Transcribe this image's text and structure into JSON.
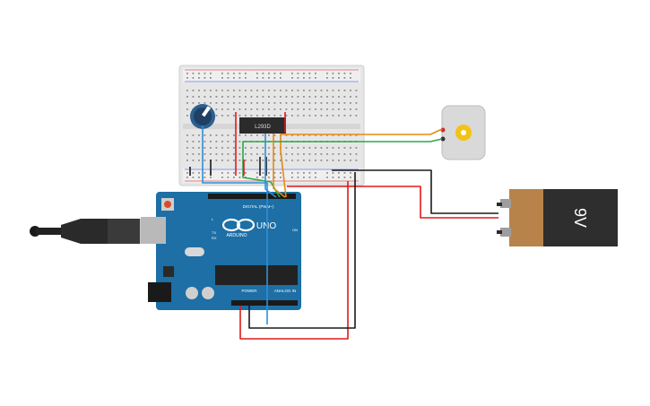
{
  "circuit": {
    "arduino": {
      "brand_label": "ARDUINO",
      "model_label": "UNO",
      "digital_label": "DIGITAL (PWM~)",
      "power_label": "POWER",
      "analog_label": "ANALOG IN",
      "tx_label": "TX",
      "rx_label": "RX",
      "l_label": "L",
      "on_label": "ON"
    },
    "breadboard": {
      "chip_label": "L293D"
    },
    "battery": {
      "label": "9V",
      "body_color": "#b8834a",
      "cap_color": "#2e2e2e"
    },
    "motor": {
      "name": "dc-motor"
    },
    "potentiometer": {
      "name": "potentiometer"
    },
    "colors": {
      "board_blue": "#1d6fa5",
      "wire_red": "#e01b1b",
      "wire_black": "#1a1a1a",
      "wire_green": "#2aa84a",
      "wire_orange": "#e58a12",
      "wire_blue": "#2f8fd8",
      "breadboard": "#e8e8e8"
    }
  }
}
